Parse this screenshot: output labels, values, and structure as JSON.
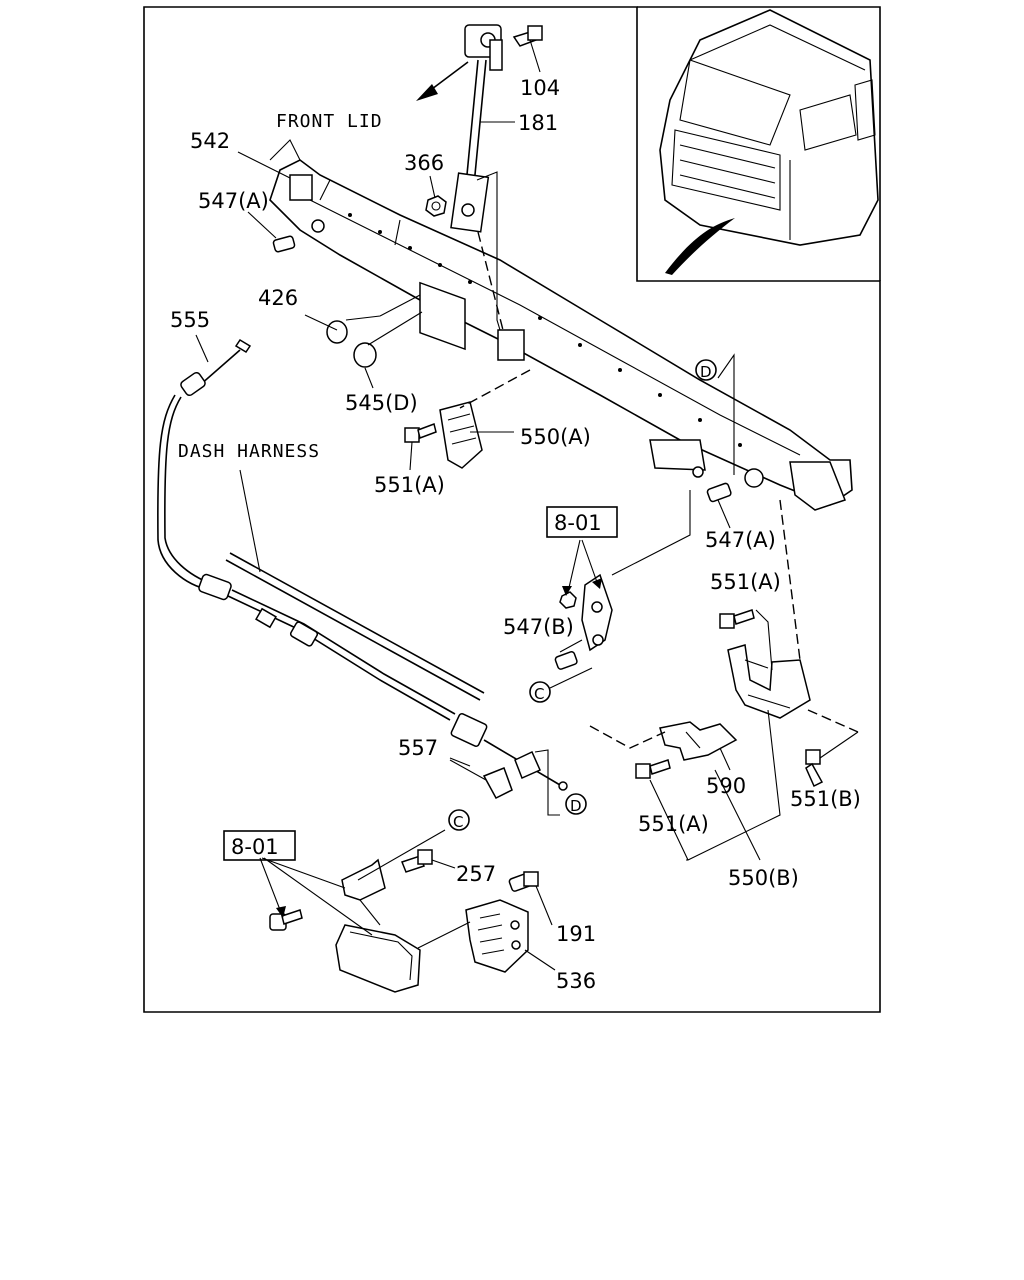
{
  "captions": {
    "front_lid": "FRONT LID",
    "dash_harness": "DASH HARNESS"
  },
  "callouts": {
    "p104": "104",
    "p181": "181",
    "p366": "366",
    "p542": "542",
    "p547a_1": "547(A)",
    "p426": "426",
    "p555": "555",
    "p545d": "545(D)",
    "p550a": "550(A)",
    "p551a_1": "551(A)",
    "p547a_2": "547(A)",
    "p551a_2": "551(A)",
    "p547b": "547(B)",
    "p557": "557",
    "p590": "590",
    "p551b": "551(B)",
    "p551a_3": "551(A)",
    "p550b": "550(B)",
    "p257": "257",
    "p191": "191",
    "p536": "536"
  },
  "references": {
    "ref_801_a": "8-01",
    "ref_801_b": "8-01",
    "circle_d_top": "D",
    "circle_d_bottom": "D",
    "circle_c_left": "C",
    "circle_c_bottom": "C"
  }
}
